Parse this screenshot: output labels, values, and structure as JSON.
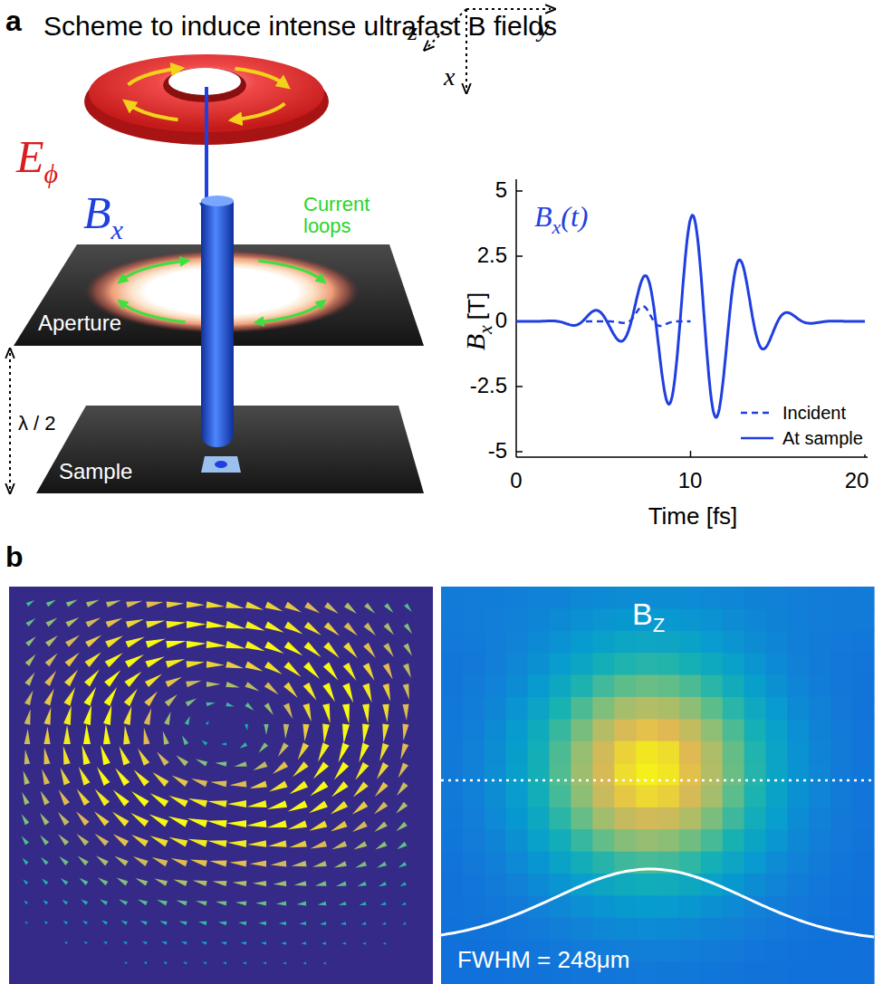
{
  "diagram": {
    "title": "Scheme to induce intense ultrafast B fields",
    "nodes": [
      {
        "text": [
          "Aperture"
        ]
      },
      {
        "text": [
          "Sample"
        ]
      }
    ],
    "labels": [
      "a",
      "E",
      "ϕ",
      "B",
      "x",
      "z",
      "y",
      "x",
      "Current loops",
      "λ / 2",
      "B",
      "x",
      "(t)",
      "B",
      "x",
      "[T]",
      "5",
      "2.5",
      "0",
      "-2.5",
      "-5",
      "0",
      "10",
      "20",
      "Time [fs]",
      "b",
      "B",
      "Z",
      "FWHM = 248μm"
    ],
    "legend": [
      {
        "text": "Incident"
      },
      {
        "text": "At sample"
      }
    ]
  }
}
